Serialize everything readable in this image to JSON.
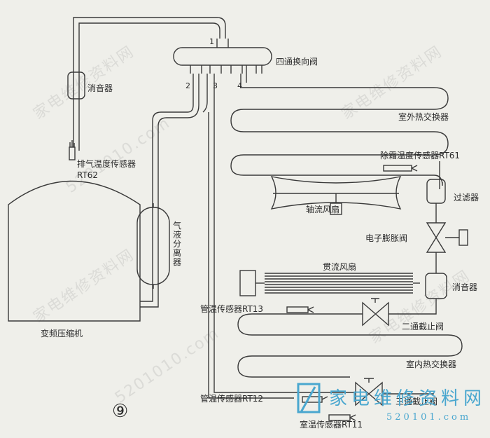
{
  "valve_ports": {
    "p1": "1",
    "p2": "2",
    "p3": "3",
    "p4": "4"
  },
  "labels": {
    "four_way_valve": "四通换向阀",
    "muffler_top": "消音器",
    "discharge_sensor": "排气温度传感器",
    "discharge_sensor_code": "RT62",
    "outdoor_hx": "室外热交换器",
    "defrost_sensor": "除霜温度传感器RT61",
    "axial_fan": "轴流风扇",
    "filter": "过滤器",
    "gas_liquid_separator": [
      "气",
      "液",
      "分",
      "离",
      "器"
    ],
    "expansion_valve": "电子膨胀阀",
    "crossflow_fan": "贯流风扇",
    "muffler_right": "消音器",
    "pipe_sensor_rt13": "管温传感器RT13",
    "two_way_valve": "二通截止阀",
    "compressor": "变频压缩机",
    "indoor_hx": "室内热交换器",
    "pipe_sensor_rt12": "管温传感器RT12",
    "three_way_valve": "三通截止阀",
    "room_sensor": "室温传感器RT11",
    "figure_number": "⑨"
  },
  "watermark": {
    "text_cn": "家电维修资料网",
    "text_url": "5201010.com"
  },
  "logo": {
    "text": "家电维修资料网",
    "url": "520101.com"
  },
  "colors": {
    "line": "#3a3a3a",
    "logo": "#4aa7cf",
    "background": "#efefea"
  }
}
